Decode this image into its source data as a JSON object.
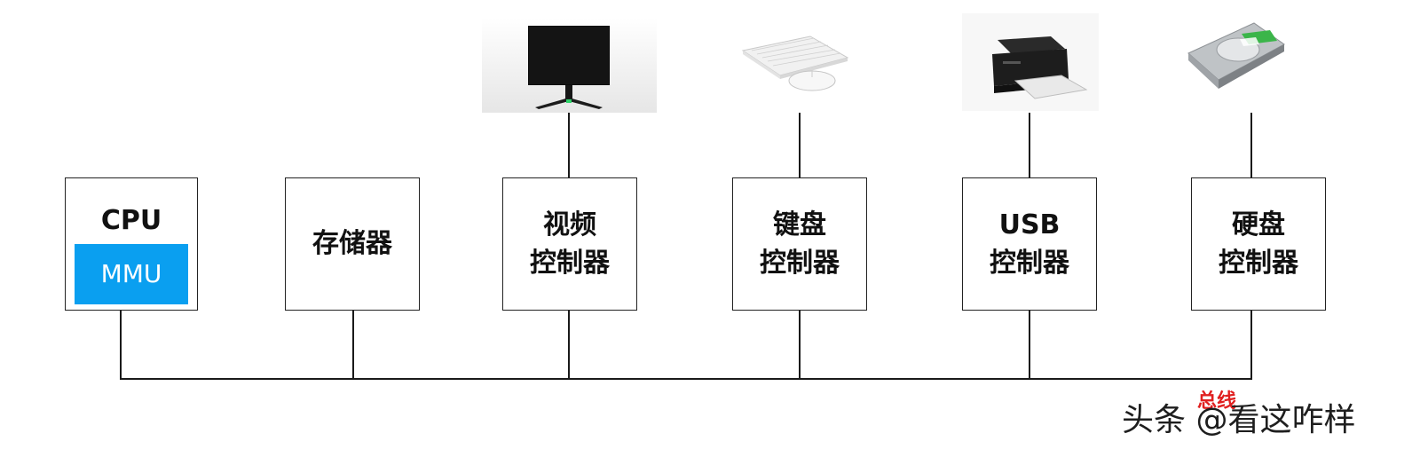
{
  "diagram": {
    "boxes": {
      "cpu": {
        "title": "CPU",
        "sub": "MMU"
      },
      "memory": {
        "line1": "存储器"
      },
      "video": {
        "line1": "视频",
        "line2": "控制器"
      },
      "keyboard": {
        "line1": "键盘",
        "line2": "控制器"
      },
      "usb": {
        "line1": "USB",
        "line2": "控制器"
      },
      "disk": {
        "line1": "硬盘",
        "line2": "控制器"
      }
    },
    "devices": [
      "monitor-icon",
      "keyboard-mouse-icon",
      "printer-icon",
      "hard-drive-icon"
    ],
    "bus_label": "总线",
    "colors": {
      "mmu": "#0a9ff0",
      "bus_label": "#e02020",
      "lines": "#1a1a1a"
    }
  },
  "watermark": "头条 @看这咋样"
}
